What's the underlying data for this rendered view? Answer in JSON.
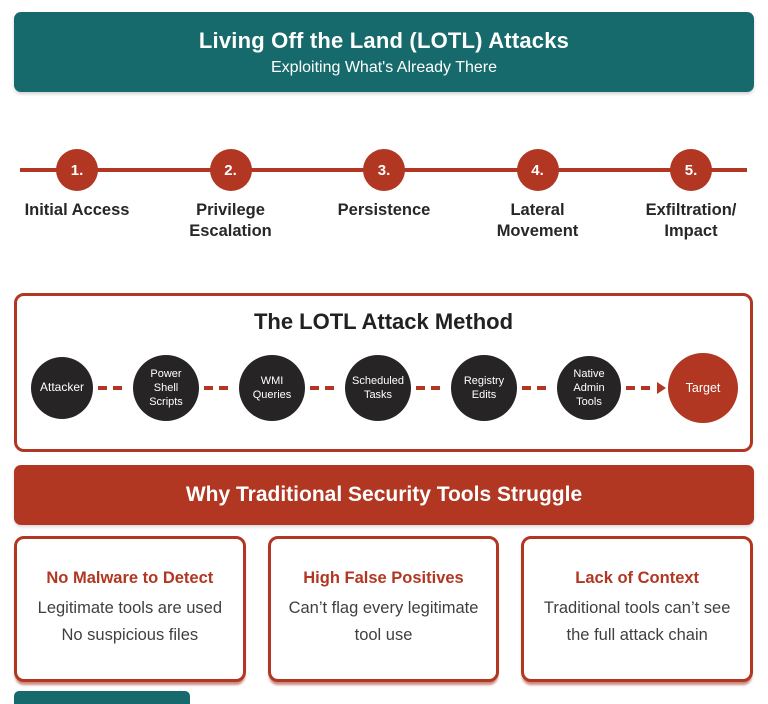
{
  "colors": {
    "teal": "#176a6b",
    "red": "#b13722",
    "dark_node": "#262424"
  },
  "header": {
    "title": "Living Off the Land (LOTL) Attacks",
    "subtitle": "Exploiting What's Already There"
  },
  "timeline": {
    "steps": [
      {
        "number": "1.",
        "label": "Initial Access"
      },
      {
        "number": "2.",
        "label": "Privilege\nEscalation"
      },
      {
        "number": "3.",
        "label": "Persistence"
      },
      {
        "number": "4.",
        "label": "Lateral\nMovement"
      },
      {
        "number": "5.",
        "label": "Exfiltration/\nImpact"
      }
    ]
  },
  "method": {
    "title": "The LOTL Attack Method",
    "nodes": [
      {
        "label": "Attacker"
      },
      {
        "label": "Power\nShell\nScripts"
      },
      {
        "label": "WMI\nQueries"
      },
      {
        "label": "Scheduled\nTasks"
      },
      {
        "label": "Registry\nEdits"
      },
      {
        "label": "Native\nAdmin\nTools"
      },
      {
        "label": "Target"
      }
    ]
  },
  "banner": {
    "title": "Why Traditional Security Tools Struggle"
  },
  "cards": [
    {
      "heading": "No Malware to Detect",
      "body": "Legitimate tools are used\nNo suspicious files"
    },
    {
      "heading": "High False Positives",
      "body": "Can’t flag every legitimate tool use"
    },
    {
      "heading": "Lack of Context",
      "body": "Traditional tools can’t see the full attack chain"
    }
  ]
}
